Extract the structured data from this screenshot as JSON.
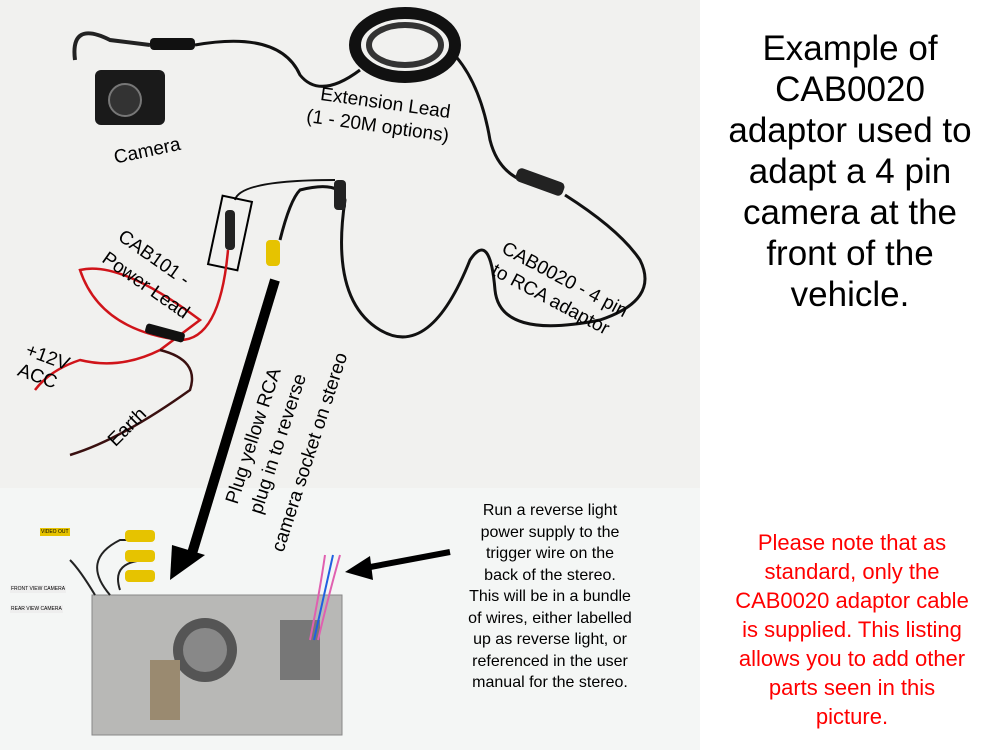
{
  "labels": {
    "camera": "Camera",
    "extension_lead": "Extension Lead",
    "extension_options": "(1 - 20M options)",
    "cab101_line1": "CAB101 -",
    "cab101_line2": "Power Lead",
    "acc_line1": "+12V",
    "acc_line2": "ACC",
    "earth": "Earth",
    "cab0020_line1": "CAB0020 - 4 pin",
    "cab0020_line2": "to RCA adaptor",
    "plug_line1": "Plug yellow RCA",
    "plug_line2": "plug in to reverse",
    "plug_line3": "camera socket on stereo",
    "video_out": "VIDEO OUT",
    "front_view_camera": "FRONT VIEW CAMERA",
    "rear_view_camera": "REAR VIEW CAMERA"
  },
  "reverse_note": [
    "Run a reverse light",
    "power supply to the",
    "trigger wire on the",
    "back of the stereo.",
    "This will be in a bundle",
    "of wires, either labelled",
    "up as reverse light, or",
    "referenced in the user",
    "manual for the stereo."
  ],
  "title": [
    "Example of",
    "CAB0020",
    "adaptor used to",
    "adapt a 4 pin",
    "camera at the",
    "front of the",
    "vehicle."
  ],
  "note": [
    "Please note that as",
    "standard, only the",
    "CAB0020 adaptor cable",
    "is supplied.  This listing",
    "allows you to add other",
    "parts seen in this",
    "picture."
  ],
  "colors": {
    "note_red": "#ff0000",
    "rca_yellow": "#f2c200",
    "wire_red": "#d0141a"
  }
}
